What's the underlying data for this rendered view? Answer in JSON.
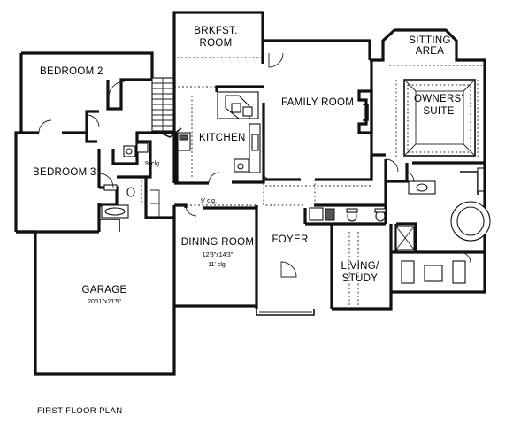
{
  "rooms": {
    "breakfast": [
      "BRKFST.",
      "ROOM"
    ],
    "bedroom2": "BEDROOM 2",
    "family": "FAMILY ROOM",
    "sitting": [
      "SITTING",
      "AREA"
    ],
    "owners": [
      "OWNERS'",
      "SUITE"
    ],
    "kitchen": "KITCHEN",
    "bedroom3": "BEDROOM 3",
    "dining": "DINING ROOM",
    "foyer": "FOYER",
    "living": [
      "LIVING/",
      "STUDY"
    ],
    "garage": "GARAGE"
  },
  "dimensions": {
    "dining_size": "12'3\"x14'3\"",
    "dining_ceiling": "11' clg.",
    "garage_size": "20'11\"x21'5\"",
    "kitchen_ceiling": "9' clg.",
    "hall_ceiling": "9' clg."
  },
  "caption": "FIRST FLOOR PLAN"
}
